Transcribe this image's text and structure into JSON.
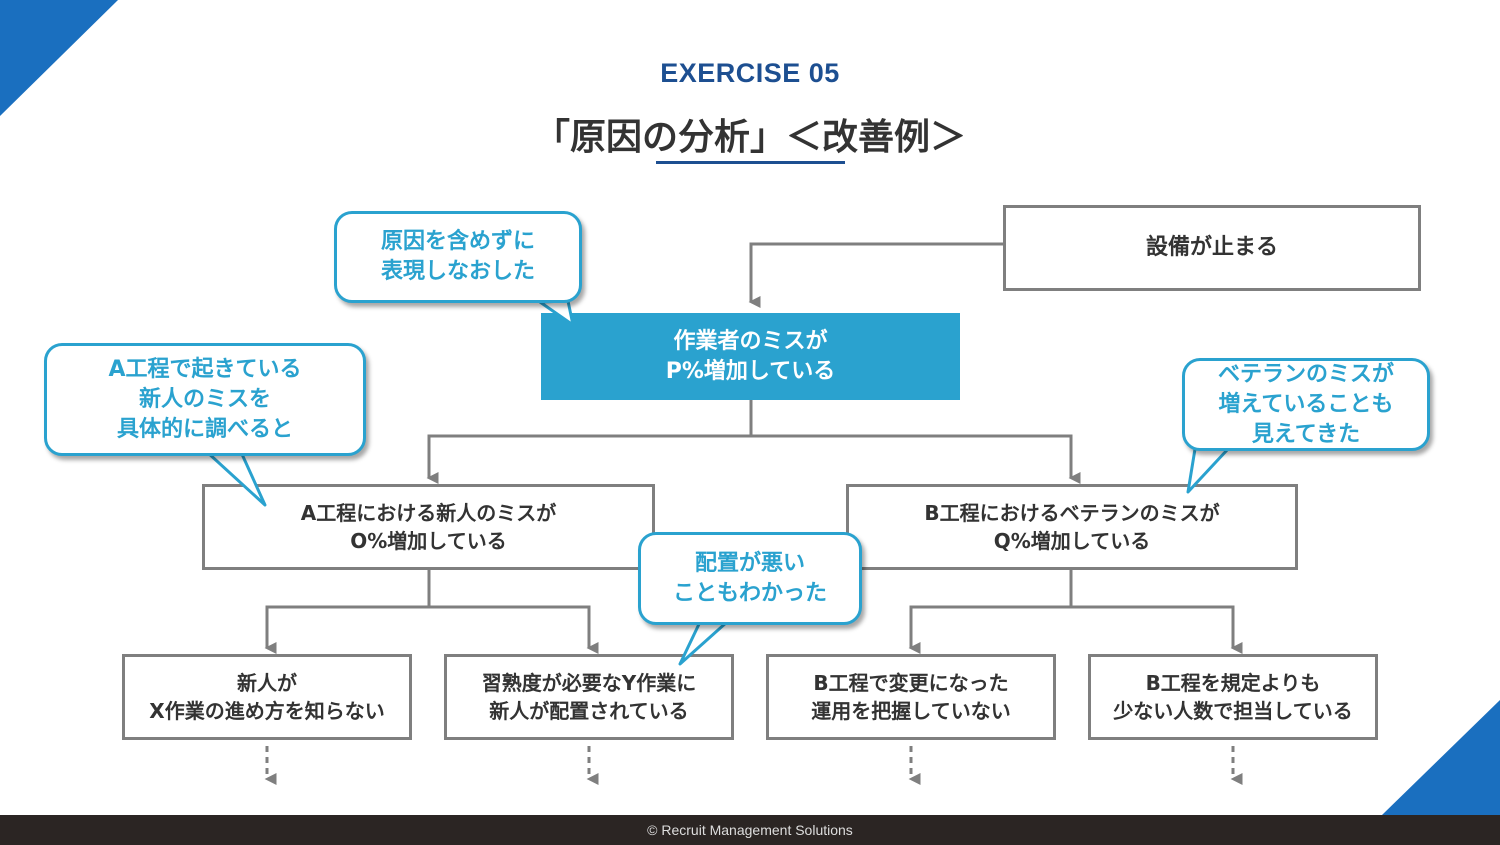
{
  "header": {
    "exercise": "EXERCISE 05",
    "title": "「原因の分析」＜改善例＞"
  },
  "diagram": {
    "top_box": "設備が止まる",
    "main_box": "作業者のミスが\nP%増加している",
    "left_box": "A工程における新人のミスが\nO%増加している",
    "right_box": "B工程におけるベテランのミスが\nQ%増加している",
    "leaf_1": "新人が\nX作業の進め方を知らない",
    "leaf_2": "習熟度が必要なY作業に\n新人が配置されている",
    "leaf_3": "B工程で変更になった\n運用を把握していない",
    "leaf_4": "B工程を規定よりも\n少ない人数で担当している"
  },
  "bubbles": {
    "bubble_1": "原因を含めずに\n表現しなおした",
    "bubble_2": "A工程で起きている\n新人のミスを\n具体的に調べると",
    "bubble_3": "ベテランのミスが\n増えていることも\n見えてきた",
    "bubble_4": "配置が悪い\nこともわかった"
  },
  "colors": {
    "accent_blue": "#1d4f91",
    "bubble_cyan": "#2aa2cf",
    "box_border": "#7f7f7f"
  },
  "footer": {
    "copyright": "© Recruit Management Solutions"
  }
}
